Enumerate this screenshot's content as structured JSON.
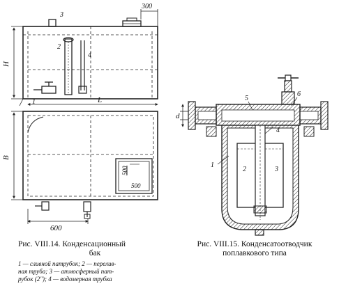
{
  "left_figure": {
    "labels": {
      "n1": "1",
      "n2": "2",
      "n3": "3",
      "n4": "4",
      "H": "H",
      "L": "L",
      "B": "B",
      "d300": "300",
      "d600": "600",
      "d500": "500",
      "d500v": "500"
    },
    "caption": {
      "line1": "Рис. VIII.14. Конденсационный",
      "line2": "бак",
      "legend1": "1 — сливной патрубок; 2 — перелив-",
      "legend2": "ная труба; 3 — атмосферный пат-",
      "legend3": "рубок (2\"); 4 — водомерная трубка"
    }
  },
  "right_figure": {
    "labels": {
      "n1": "1",
      "n2": "2",
      "n3": "3",
      "n4": "4",
      "n5": "5",
      "n6": "6",
      "d": "d"
    },
    "caption": {
      "line1": "Рис. VIII.15. Конденсатоотводчик",
      "line2": "поплавкового типа"
    }
  }
}
